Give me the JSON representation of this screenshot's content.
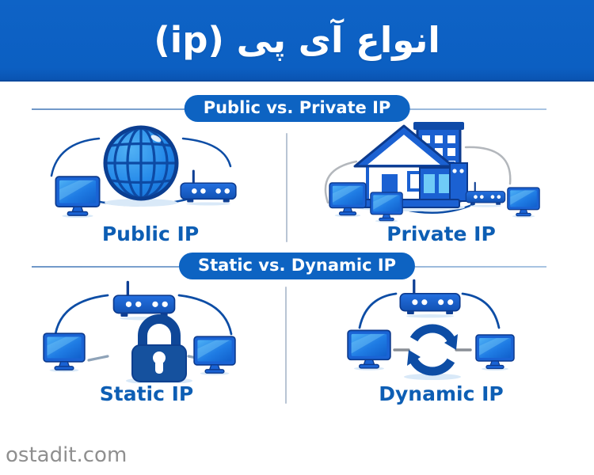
{
  "header": {
    "title": "انواع آی پی (ip)"
  },
  "sections": [
    {
      "badge": "Public vs. Private IP",
      "items": [
        {
          "label": "Public IP",
          "icons": [
            "monitor-icon",
            "globe-icon",
            "router-icon"
          ]
        },
        {
          "label": "Private IP",
          "icons": [
            "monitor-icon",
            "monitor-icon",
            "house-icon",
            "building-icon",
            "router-icon",
            "monitor-icon"
          ]
        }
      ]
    },
    {
      "badge": "Static vs. Dynamic IP",
      "items": [
        {
          "label": "Static IP",
          "icons": [
            "router-icon",
            "monitor-icon",
            "lock-icon",
            "monitor-icon"
          ]
        },
        {
          "label": "Dynamic IP",
          "icons": [
            "router-icon",
            "monitor-icon",
            "refresh-icon",
            "monitor-icon"
          ]
        }
      ]
    }
  ],
  "watermark": "ostadit.com",
  "colors": {
    "banner_blue": "#0d62c4",
    "badge_blue": "#0d63c2",
    "label_blue": "#0d5eb4",
    "icon_outline_dark": "#0c3a8d",
    "icon_blue": "#1a63d4",
    "screen_light_blue": "#3aa5f2",
    "window_cyan": "#6fcbf7",
    "divider_blue": "#9db9da",
    "connector_blue": "#0d4da5",
    "connector_gray": "#b3b7bc",
    "watermark_gray": "#8f8f8f"
  }
}
